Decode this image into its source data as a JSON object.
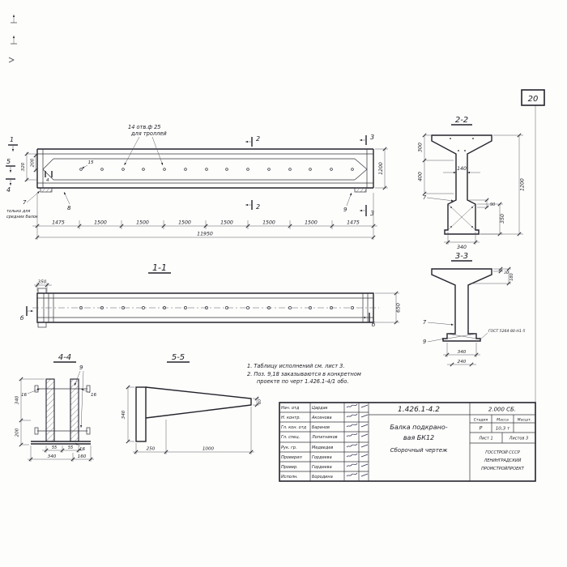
{
  "sheet": {
    "number": "20"
  },
  "sections": {
    "s22": "2-2",
    "s33": "3-3",
    "s11": "1-1",
    "s44": "4-4",
    "s55": "5-5"
  },
  "main_view": {
    "holes_note_line1": "14 отв.ф 25",
    "holes_note_line2": "для троллей",
    "cut2": "2",
    "cut3": "3",
    "cut1": "1",
    "cut5": "5",
    "cut4": "4",
    "marker4": "4",
    "marker7": "7",
    "marker8": "8",
    "marker9": "9",
    "note7_line1": "только для",
    "note7_line2": "средних балок",
    "dim320": "320",
    "dim200": "200",
    "dim15": "15",
    "span_dims": [
      "1475",
      "1500",
      "1500",
      "1500",
      "1500",
      "1500",
      "1500",
      "1475"
    ],
    "total_dim": "11950",
    "height_dim": "1200"
  },
  "section22": {
    "dim300": "300",
    "dim400": "400",
    "dim140": "140",
    "dim90": "90",
    "dim350": "350",
    "dim340": "340",
    "dim1200": "1200",
    "marker7": "7"
  },
  "section33": {
    "dim30": "30",
    "dim180": "180",
    "dim340": "340",
    "dim240": "240",
    "marker7": "7",
    "marker9": "9",
    "weld_note": "ГОСТ 5264-80-Н1-5"
  },
  "section11": {
    "dim350": "350",
    "dim650": "650",
    "marker_b_left": "б",
    "marker_b_right": "б"
  },
  "section44": {
    "marker9": "9",
    "dim16_left": "16",
    "dim16_right": "16",
    "dim16_bottom": "16",
    "dim55_a": "55",
    "dim55_b": "55",
    "dim340_bottom": "340",
    "dim160": "160",
    "dim340_left": "340",
    "dim200_left": "200"
  },
  "section55": {
    "dim340": "340",
    "dim250": "250",
    "dim1000": "1000",
    "dim40": "40"
  },
  "notes": {
    "line1": "1. Таблицу исполнений см. лист 3.",
    "line2": "2. Поз. 9,18 заказываются в конкретном",
    "line3": "проекте по черт 1.426.1-4/1 обо."
  },
  "titleblock": {
    "doc_number": "1.426.1-4.2",
    "doc_code": "2.000 СБ.",
    "rows": [
      {
        "role": "Нач. отд",
        "name": "Цардак"
      },
      {
        "role": "Н. контр.",
        "name": "Аксенова"
      },
      {
        "role": "Гл. кон. отд",
        "name": "Баранов"
      },
      {
        "role": "Гл. спец.",
        "name": "Лопатников"
      },
      {
        "role": "Рук. гр.",
        "name": "Медведев"
      },
      {
        "role": "Проверил",
        "name": "Гордеева"
      },
      {
        "role": "Провер.",
        "name": "Гордеева"
      },
      {
        "role": "Исполн.",
        "name": "Бородина"
      }
    ],
    "title_line1": "Балка подкрано-",
    "title_line2": "вая БК12",
    "title_line3": "Сборочный чертеж",
    "stage_header": "Стадия",
    "mass_header": "Масса",
    "scale_header": "Масшт.",
    "stage_value": "Р",
    "mass_value": "10,3 т",
    "sheet_label": "Лист 1",
    "sheets_label": "Листов 3",
    "org_line1": "ГОССТРОЙ СССР",
    "org_line2": "ЛЕНИНГРАДСКИЙ",
    "org_line3": "ПРОМСТРОЙПРОЕКТ"
  }
}
